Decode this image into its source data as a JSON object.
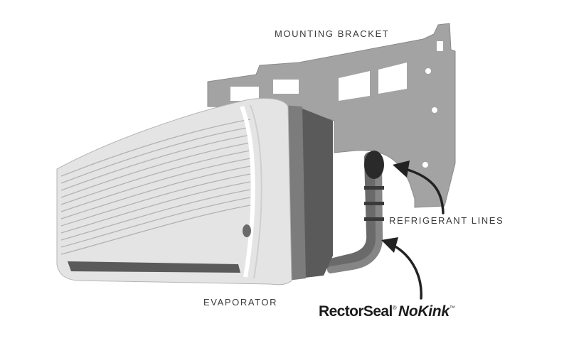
{
  "labels": {
    "bracket": "MOUNTING BRACKET",
    "refrigerant": "REFRIGERANT LINES",
    "evaporator": "EVAPORATOR"
  },
  "logo": {
    "brand": "RectorSeal",
    "mark": "®",
    "product": "NoKink",
    "tm": "™"
  },
  "colors": {
    "bracket": "#a0a0a0",
    "unit_body": "#e2e2e2",
    "unit_side": "#5c5c5c",
    "pipe": "#6f6f6f",
    "arrow": "#222222"
  }
}
